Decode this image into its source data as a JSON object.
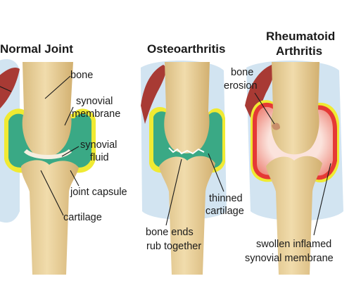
{
  "panels": [
    {
      "title_lines": [
        "Normal Joint"
      ],
      "labels": {
        "bone": "bone",
        "synovial_membrane": [
          "synovial",
          "membrane"
        ],
        "synovial_fluid": [
          "synovial",
          "fluid"
        ],
        "joint_capsule": "joint capsule",
        "cartilage": "cartilage"
      }
    },
    {
      "title_lines": [
        "Osteoarthritis"
      ],
      "labels": {
        "thinned_cartilage": [
          "thinned",
          "cartilage"
        ],
        "bone_ends": [
          "bone ends",
          "rub together"
        ]
      }
    },
    {
      "title_lines": [
        "Rheumatoid",
        "Arthritis"
      ],
      "labels": {
        "bone_erosion": [
          "bone",
          "erosion"
        ],
        "swollen_membrane": [
          "swollen inflamed",
          "synovial membrane"
        ]
      }
    }
  ],
  "colors": {
    "bone": "#e8cf96",
    "bone_shade": "#d4b474",
    "synovial_fluid": "#3aa985",
    "capsule": "#f0ea32",
    "inflamed_membrane": "#e53935",
    "inflamed_fluid": "#f9d7cf",
    "muscle": "#a83a34",
    "capsule_outer": "#d2e4f1"
  }
}
